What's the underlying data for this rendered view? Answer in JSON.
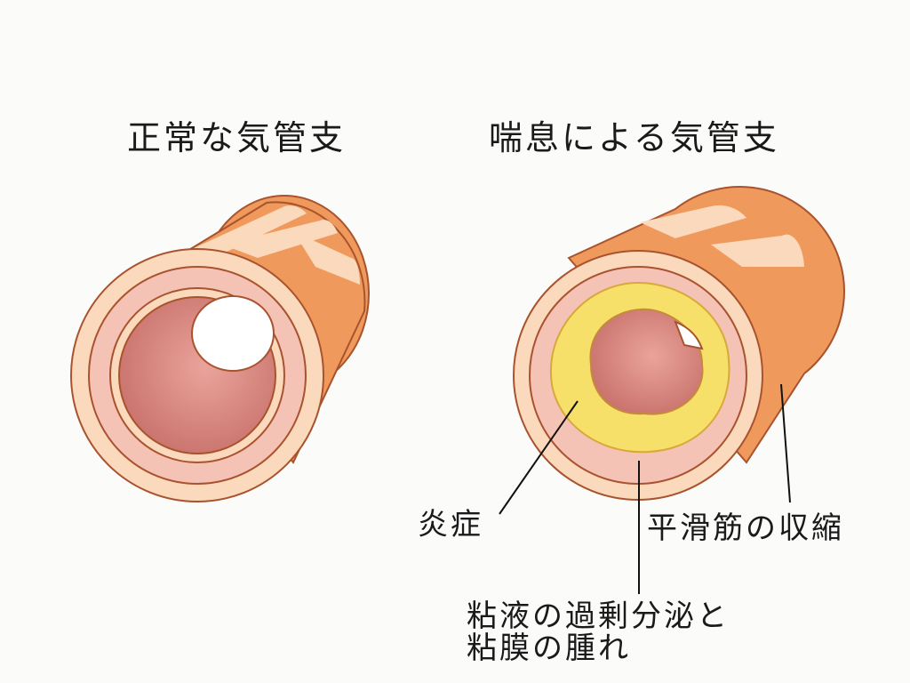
{
  "titles": {
    "normal": "正常な気管支",
    "asthma": "喘息による気管支"
  },
  "labels": {
    "inflammation": "炎症",
    "smooth_muscle": "平滑筋の収縮",
    "mucus_line1": "粘液の過剰分泌と",
    "mucus_line2": "粘膜の腫れ"
  },
  "colors": {
    "orange": "#ef9a5c",
    "cream": "#fbd9bd",
    "pink": "#f3b7b2",
    "mucus": "#f6e06a",
    "lumen": "#d9807a"
  }
}
